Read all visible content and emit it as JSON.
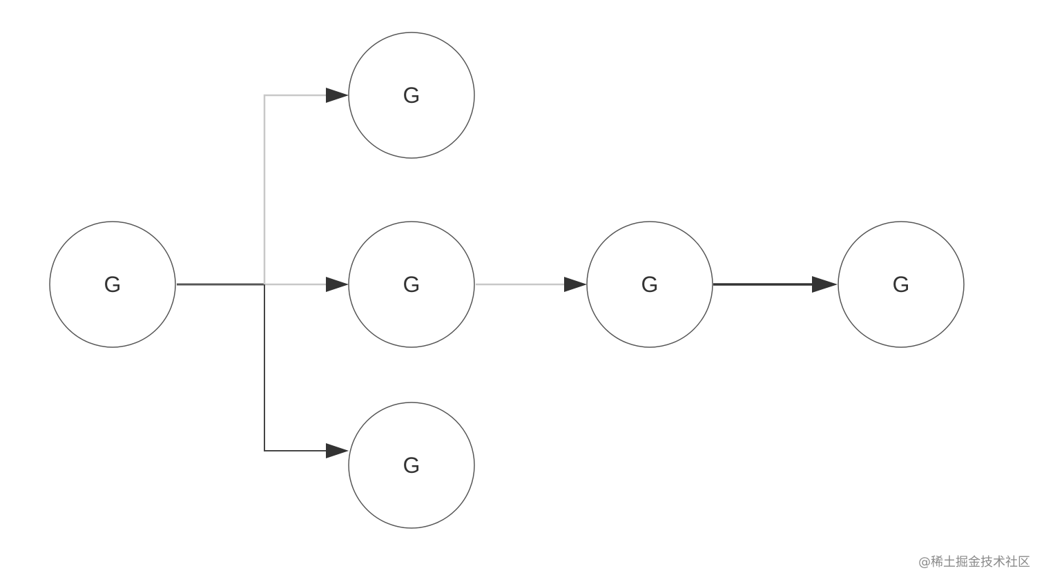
{
  "nodes": [
    {
      "id": "root",
      "label": "G"
    },
    {
      "id": "top",
      "label": "G"
    },
    {
      "id": "middle",
      "label": "G"
    },
    {
      "id": "bottom",
      "label": "G"
    },
    {
      "id": "next",
      "label": "G"
    },
    {
      "id": "last",
      "label": "G"
    }
  ],
  "edges": [
    {
      "id": "root-top",
      "from": "root",
      "to": "top",
      "color": "#c8c8c8"
    },
    {
      "id": "root-middle",
      "from": "root",
      "to": "middle",
      "color": "#c8c8c8"
    },
    {
      "id": "root-bottom",
      "from": "root",
      "to": "bottom",
      "color": "#444444"
    },
    {
      "id": "middle-next",
      "from": "middle",
      "to": "next",
      "color": "#c8c8c8"
    },
    {
      "id": "next-last",
      "from": "next",
      "to": "last",
      "color": "#333333"
    }
  ],
  "colors": {
    "trunk": "#555555",
    "node_stroke": "#555555",
    "label": "#333333",
    "arrowhead": "#333333"
  },
  "watermark": "@稀土掘金技术社区"
}
